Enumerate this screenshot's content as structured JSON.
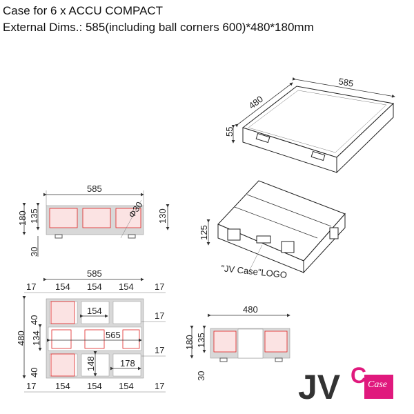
{
  "title": {
    "line1": "Case for 6 x ACCU COMPACT",
    "line2": "External Dims.: 585(including ball corners 600)*480*180mm"
  },
  "lid_view": {
    "length": "585",
    "width": "480",
    "height": "55"
  },
  "front_view": {
    "width": "585",
    "total_height": "180",
    "inner_height": "135",
    "right_height": "130",
    "foot_height": "30",
    "corner": "Φ30"
  },
  "open_view": {
    "height": "125",
    "logo_callout": "\"JV Case\"LOGO"
  },
  "top_view": {
    "overall_width": "585",
    "overall_depth": "480",
    "top_dims": [
      "17",
      "154",
      "154",
      "154",
      "17"
    ],
    "bottom_dims": [
      "17",
      "154",
      "154",
      "154",
      "17"
    ],
    "inner_154": "154",
    "right_17_a": "17",
    "right_17_b": "17",
    "center_565": "565",
    "left_40_a": "40",
    "left_134": "134",
    "left_40_b": "40",
    "dim_148": "148",
    "dim_178": "178"
  },
  "side_view": {
    "width": "480",
    "total_height": "180",
    "inner_height": "135",
    "foot_height": "30"
  },
  "logo": {
    "text": "JV",
    "sub": "Case",
    "accent_color": "#e0197d",
    "text_color": "#333333"
  }
}
